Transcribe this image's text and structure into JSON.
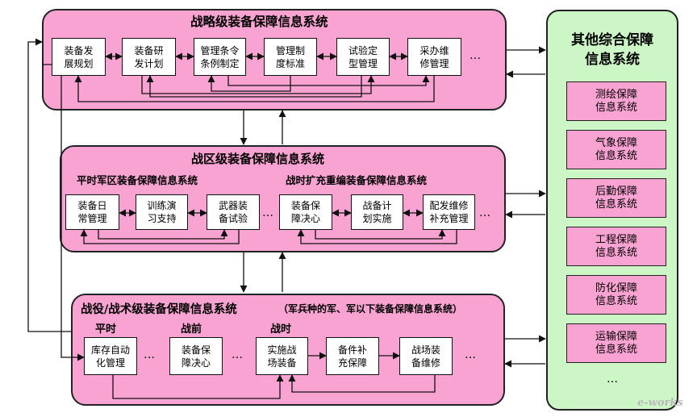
{
  "strategic": {
    "title": "战略级装备保障信息系统",
    "nodes": [
      "装备发\n展规划",
      "装备研\n发计划",
      "管理条令\n条例制定",
      "管理制\n度标准",
      "试验定\n型管理",
      "采办维\n修管理"
    ],
    "more": "…"
  },
  "theater": {
    "title": "战区级装备保障信息系统",
    "peace_label": "平时军区装备保障信息系统",
    "war_label": "战时扩充重编装备保障信息系统",
    "peace_nodes": [
      "装备日\n常管理",
      "训练演\n习支持",
      "武器装\n备试验"
    ],
    "war_nodes": [
      "装备保\n障决心",
      "战备计\n划实施",
      "配发维修\n补充管理"
    ],
    "more_mid": "…",
    "more_end": "…"
  },
  "tactical": {
    "title": "战役/战术级装备保障信息系统",
    "subtitle": "（军兵种的军、军以下装备保障信息系统）",
    "phase_labels": [
      "平时",
      "战前",
      "战时"
    ],
    "nodes": [
      "库存自动\n化管理",
      "装备保\n障决心",
      "实施战\n场装备",
      "备件补\n充保障",
      "战场装\n备维修"
    ],
    "more": [
      "…",
      "…",
      "…"
    ]
  },
  "other": {
    "title": "其他综合保障\n信息系统",
    "items": [
      "测绘保障\n信息系统",
      "气象保障\n信息系统",
      "后勤保障\n信息系统",
      "工程保障\n信息系统",
      "防化保障\n信息系统",
      "运输保障\n信息系统"
    ],
    "more": "…"
  },
  "watermark": "e-works",
  "colors": {
    "panel": "#f9a3d3",
    "side_panel": "#cdf6c7",
    "node": "#ffffff",
    "stroke": "#111111"
  }
}
